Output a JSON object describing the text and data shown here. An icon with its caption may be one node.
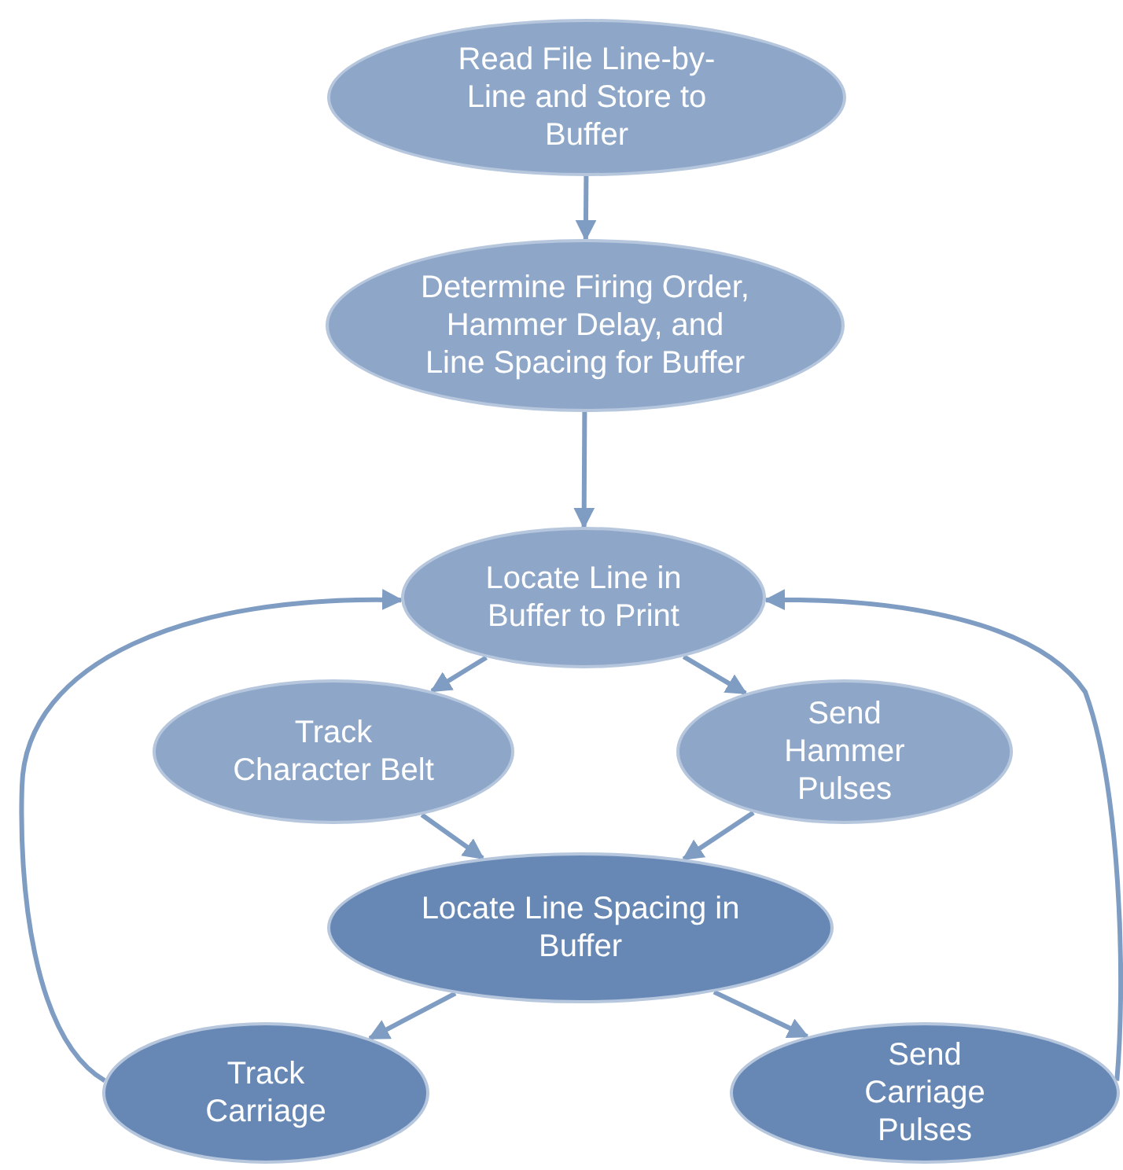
{
  "diagram": {
    "nodes": [
      {
        "text": [
          "Read File Line-by-Line and Store to Buffer"
        ]
      },
      {
        "text": [
          "Determine Firing Order, Hammer Delay, and Line Spacing for Buffer"
        ]
      },
      {
        "text": [
          "Locate Line in Buffer to Print"
        ]
      },
      {
        "text": [
          "Track Character Belt"
        ]
      },
      {
        "text": [
          "Send Hammer Pulses"
        ]
      },
      {
        "text": [
          "Locate Line Spacing in Buffer"
        ]
      },
      {
        "text": [
          "Track Carriage"
        ]
      },
      {
        "text": [
          "Send Carriage Pulses"
        ]
      }
    ],
    "edges": [
      {
        "from": 0,
        "to": 1,
        "arrow": "to"
      },
      {
        "from": 1,
        "to": 2,
        "arrow": "to"
      },
      {
        "from": 2,
        "to": 3,
        "arrow": "to"
      },
      {
        "from": 2,
        "to": 4,
        "arrow": "to"
      },
      {
        "from": 3,
        "to": 5,
        "arrow": "to"
      },
      {
        "from": 4,
        "to": 5,
        "arrow": "to"
      },
      {
        "from": 5,
        "to": 6,
        "arrow": "to"
      },
      {
        "from": 5,
        "to": 7,
        "arrow": "to"
      },
      {
        "from": 6,
        "to": 2,
        "arrow": "to"
      },
      {
        "from": 7,
        "to": 2,
        "arrow": "to"
      }
    ]
  }
}
